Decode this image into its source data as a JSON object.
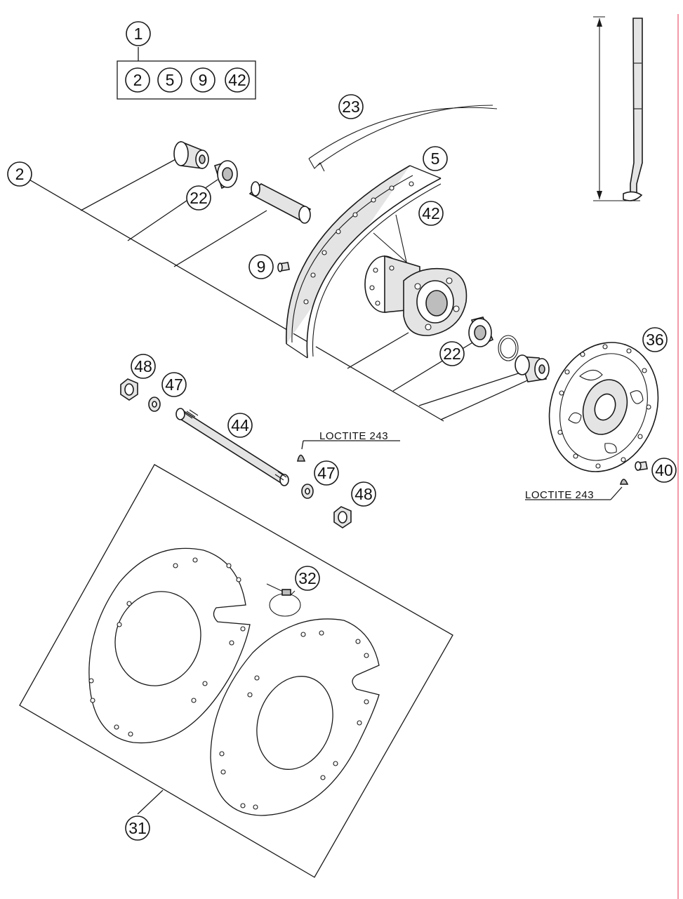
{
  "callouts": {
    "c1": "1",
    "kit_2": "2",
    "kit_5": "5",
    "kit_9": "9",
    "kit_42": "42",
    "c2": "2",
    "c22_top": "22",
    "c23": "23",
    "c5": "5",
    "c42": "42",
    "c9": "9",
    "c22_bottom": "22",
    "c36": "36",
    "c48_top": "48",
    "c47_top": "47",
    "c44": "44",
    "c47_bottom": "47",
    "c48_bottom": "48",
    "c40": "40",
    "c32": "32",
    "c31": "31"
  },
  "notes": {
    "loctite_axle": "LOCTITE 243",
    "loctite_disc": "LOCTITE 243"
  },
  "colors": {
    "line": "#1a1a1a",
    "margin_rule": "#f29aa8",
    "background": "#ffffff"
  }
}
